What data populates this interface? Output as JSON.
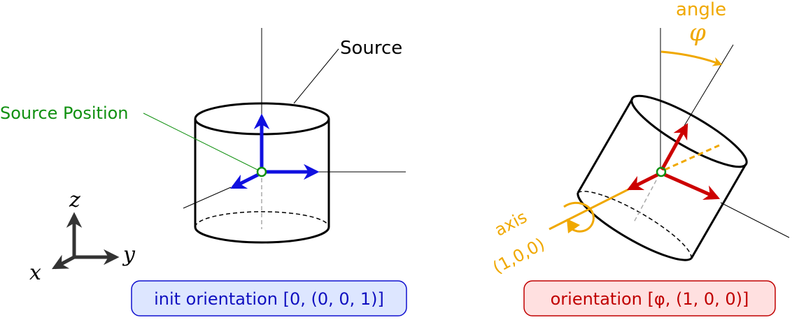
{
  "left": {
    "source_label": "Source",
    "source_position_label": "Source Position",
    "caption": "init orientation [0, (0, 0, 1)]",
    "caption_border": "#1010d0",
    "caption_fill": "#dde6ff"
  },
  "axes_triad": {
    "z": "z",
    "y": "y",
    "x": "x"
  },
  "right": {
    "angle_label": "angle",
    "angle_symbol": "φ",
    "axis_label": "axis",
    "axis_value": "(1,0,0)",
    "caption": "orientation  [φ, (1, 0, 0)]",
    "caption_border": "#c00000",
    "caption_fill": "#ffe0e0"
  },
  "colors": {
    "blue_arrow": "#1010e0",
    "red_arrow": "#cc0000",
    "orange": "#f0a800",
    "green": "#109010",
    "caption_blue_text": "#1010c0",
    "caption_red_text": "#c00000"
  }
}
